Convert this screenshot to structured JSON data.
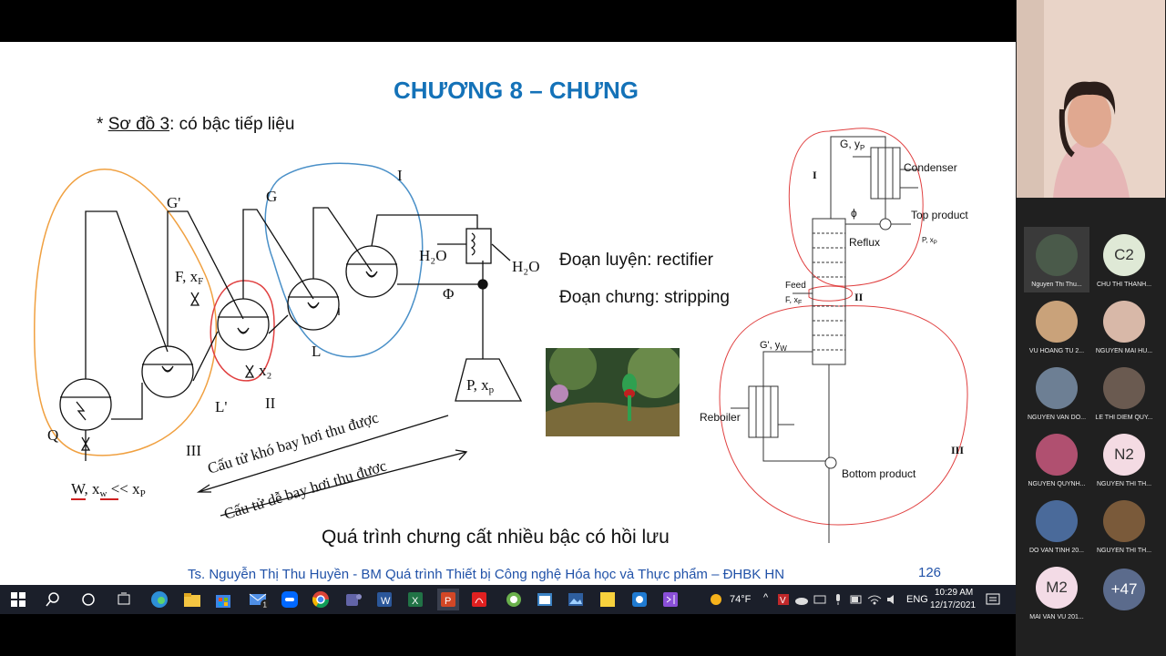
{
  "slide": {
    "title": "CHƯƠNG 8 – CHƯNG",
    "subtitle_prefix": "* ",
    "subtitle_link": "Sơ đồ 3",
    "subtitle_rest": ": có bậc tiếp liệu",
    "rectifier_text": "Đoạn luyện: rectifier",
    "stripping_text": "Đoạn chưng: stripping",
    "caption": "Quá trình chưng cất nhiều bậc có hồi lưu",
    "footer_author": "Ts. Nguyễn Thị Thu Huyền - BM Quá trình Thiết bị Công nghệ Hóa học và Thực phẩm – ĐHBK HN",
    "page_number": "126"
  },
  "diagram_left": {
    "label_G_prime": "G'",
    "label_G": "G",
    "label_I": "I",
    "label_H2O_1": "H₂O",
    "label_H2O_2": "H₂O",
    "label_F": "F, x",
    "label_F_sub": "F",
    "label_Phi": "Φ",
    "label_L": "L",
    "label_L_prime": "L'",
    "label_x2": "x₂",
    "label_II": "II",
    "label_III": "III",
    "label_Q": "Q",
    "label_P": "P, x",
    "label_P_sub": "p",
    "label_W": "W, x",
    "label_W_sub": "w",
    "label_W_rest": " << x",
    "label_W_rest_sub": "P",
    "arrow_text_1": "Cấu tử khó bay hơi thu được",
    "arrow_text_2": "Cấu tử dễ bay hơi thu được"
  },
  "diagram_right": {
    "label_Gyp": "G, y",
    "label_Gyp_sub": "P",
    "label_condenser": "Condenser",
    "label_phi": "ϕ",
    "label_top": "Top product",
    "label_reflux": "Reflux",
    "label_pxp": "P, x",
    "label_pxp_sub": "P",
    "label_I": "I",
    "label_feed": "Feed",
    "label_fxf": "F, x",
    "label_fxf_sub": "F",
    "label_II": "II",
    "label_gyw": "G', y",
    "label_gyw_sub": "W",
    "label_reboiler": "Reboiler",
    "label_III": "III",
    "label_bottom": "Bottom product"
  },
  "participants": [
    {
      "name": "Nguyen Thi Thu...",
      "initials": "",
      "bg": "#4a5a4a",
      "kind": "photo"
    },
    {
      "name": "CHU THI THANH...",
      "initials": "C2",
      "bg": "#dfe9d6",
      "fg": "#333333",
      "kind": "initials"
    },
    {
      "name": "VU HOANG TU 2...",
      "initials": "",
      "bg": "#c9a27a",
      "kind": "photo"
    },
    {
      "name": "NGUYEN MAI HU...",
      "initials": "",
      "bg": "#d8b8a8",
      "kind": "photo"
    },
    {
      "name": "NGUYEN VAN DO...",
      "initials": "",
      "bg": "#6d7f94",
      "kind": "photo"
    },
    {
      "name": "LE THI DIEM QUY...",
      "initials": "",
      "bg": "#6a5a50",
      "kind": "photo"
    },
    {
      "name": "NGUYEN QUYNH...",
      "initials": "",
      "bg": "#b05070",
      "kind": "photo"
    },
    {
      "name": "NGUYEN THI TH...",
      "initials": "N2",
      "bg": "#f4dbe3",
      "fg": "#333333",
      "kind": "initials"
    },
    {
      "name": "DO VAN TINH 20...",
      "initials": "",
      "bg": "#4a6a9a",
      "kind": "photo"
    },
    {
      "name": "NGUYEN THI TH...",
      "initials": "",
      "bg": "#7a5a3a",
      "kind": "photo"
    },
    {
      "name": "MAI VAN VU 201...",
      "initials": "M2",
      "bg": "#f3dbe6",
      "fg": "#333333",
      "kind": "initials"
    },
    {
      "name": "",
      "initials": "+47",
      "bg": "#5b6b8c",
      "fg": "#ffffff",
      "kind": "more"
    }
  ],
  "taskbar": {
    "weather": "74°F",
    "language": "ENG",
    "time": "10:29 AM",
    "date": "12/17/2021",
    "mail_badge": "1"
  },
  "colors": {
    "title_blue": "#1472b8",
    "orange_outline": "#f0a040",
    "red_outline": "#e04040",
    "blue_outline": "#4a90c8",
    "footer_blue": "#2152a8"
  }
}
